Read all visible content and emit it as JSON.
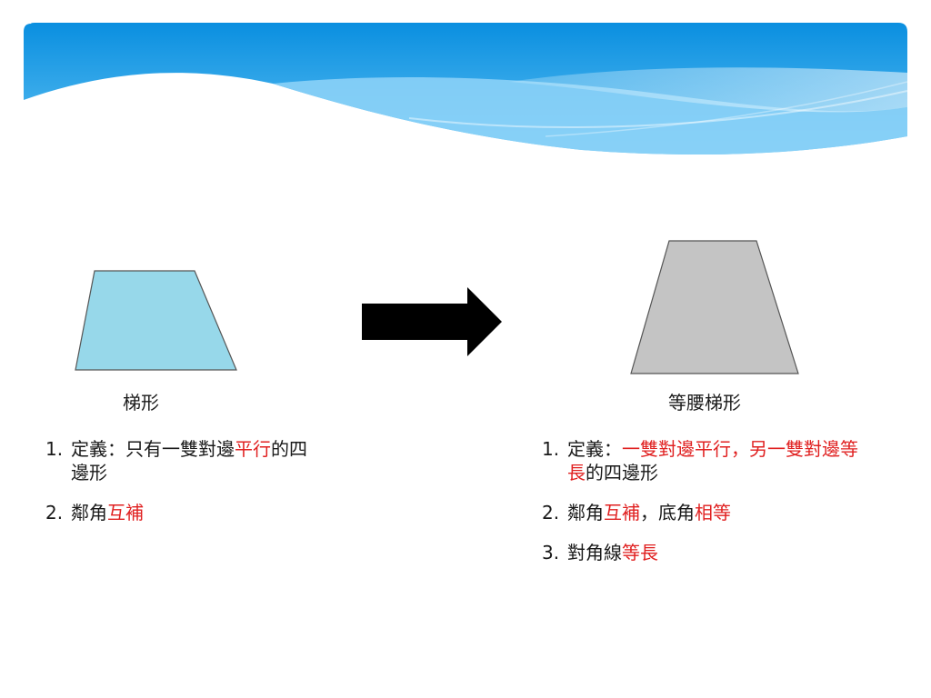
{
  "colors": {
    "banner_top": "#0a8fe0",
    "banner_light": "#8fd3f8",
    "trapezoid_fill": "#97d8ea",
    "isosceles_fill": "#c4c4c4",
    "arrow": "#000000",
    "highlight": "#e02020"
  },
  "left": {
    "title": "梯形",
    "items": [
      {
        "num": "1.",
        "parts": [
          {
            "text": "定義：只有一雙對邊",
            "red": false
          },
          {
            "text": "平行",
            "red": true
          },
          {
            "text": "的四邊形",
            "red": false
          }
        ]
      },
      {
        "num": "2.",
        "parts": [
          {
            "text": "鄰角",
            "red": false
          },
          {
            "text": "互補",
            "red": true
          }
        ]
      }
    ]
  },
  "right": {
    "title": "等腰梯形",
    "items": [
      {
        "num": "1.",
        "parts": [
          {
            "text": "定義：",
            "red": false
          },
          {
            "text": "一雙對邊平行，另一雙對邊等長",
            "red": true
          },
          {
            "text": "的四邊形",
            "red": false
          }
        ]
      },
      {
        "num": "2.",
        "parts": [
          {
            "text": "鄰角",
            "red": false
          },
          {
            "text": "互補",
            "red": true
          },
          {
            "text": "，底角",
            "red": false
          },
          {
            "text": "相等",
            "red": true
          }
        ]
      },
      {
        "num": "3.",
        "parts": [
          {
            "text": "對角線",
            "red": false
          },
          {
            "text": "等長",
            "red": true
          }
        ]
      }
    ]
  },
  "arrow_icon": "right-arrow-icon"
}
